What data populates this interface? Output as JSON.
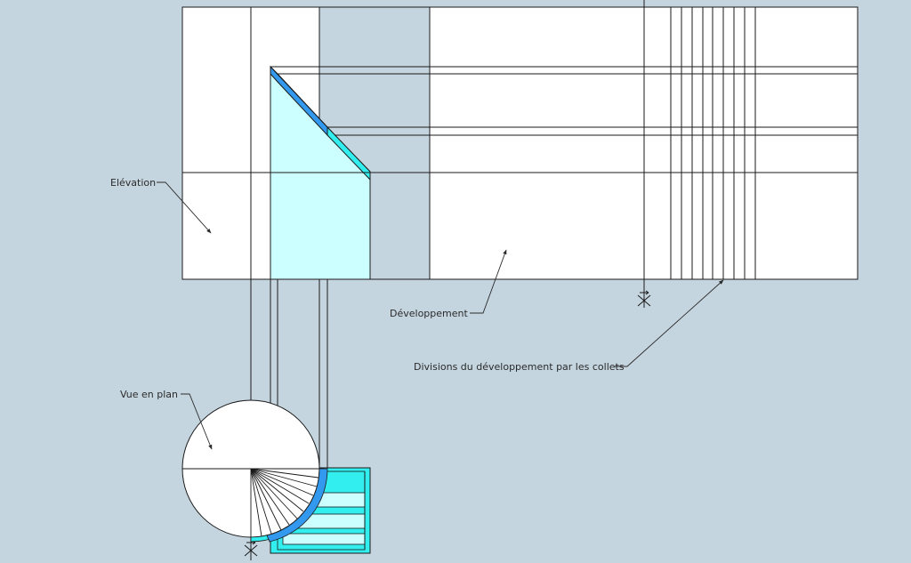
{
  "labels": {
    "elevation": "Elévation",
    "developpement": "Développement",
    "divisions": "Divisions du développement par les collets",
    "vue_en_plan": "Vue en plan"
  },
  "colors": {
    "background": "#c5d5e0",
    "panel": "#ffffff",
    "shaded_column": "#c5d5e0",
    "stair_light": "#ccffff",
    "stair_cyan": "#33eeee",
    "stair_blue": "#3399ee",
    "line": "#1a1a1a"
  },
  "icons": [
    "compass-mark-icon"
  ]
}
